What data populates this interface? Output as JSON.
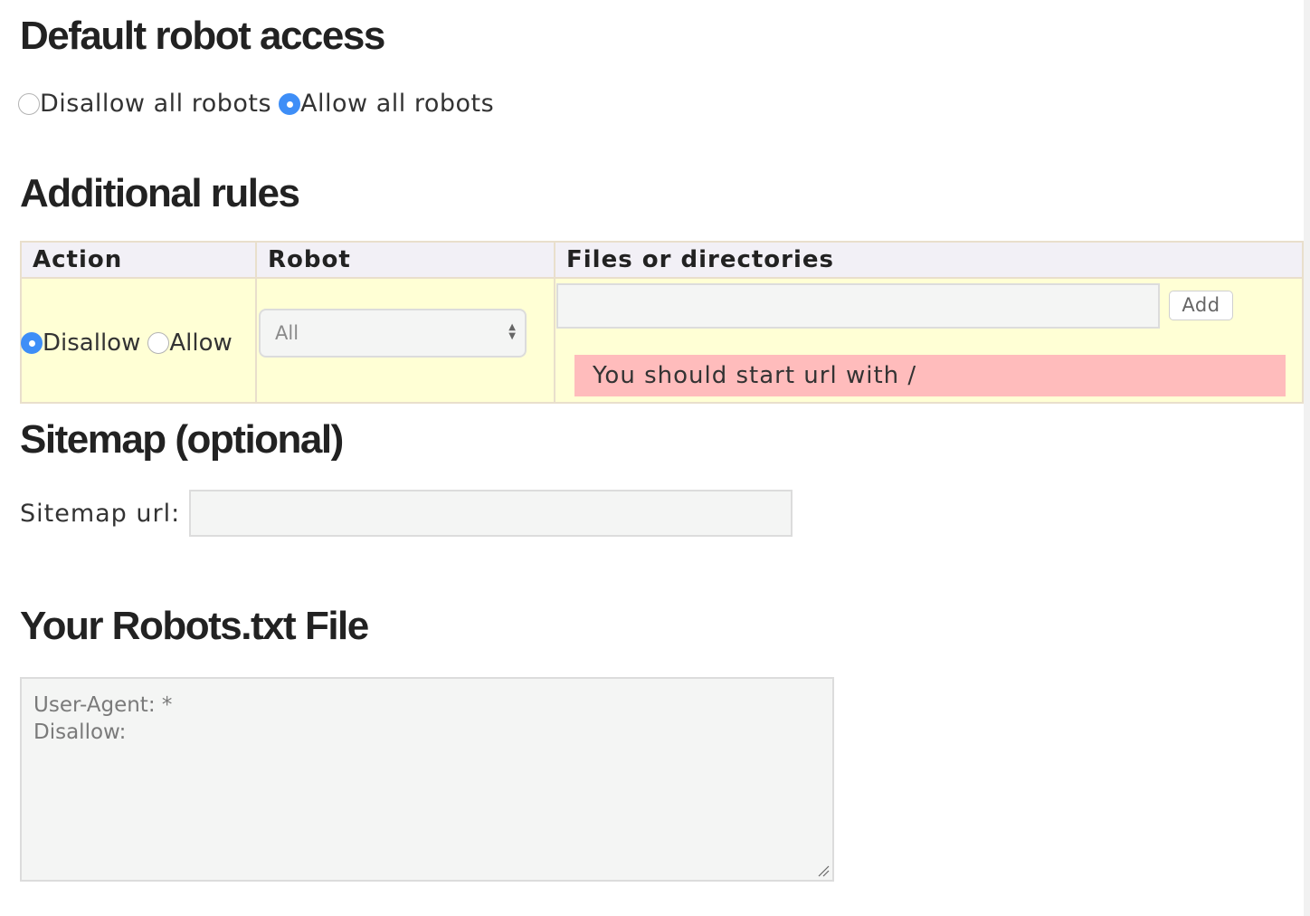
{
  "default_access": {
    "heading": "Default robot access",
    "options": [
      {
        "label": "Disallow all robots",
        "checked": false
      },
      {
        "label": "Allow all robots",
        "checked": true
      }
    ]
  },
  "additional_rules": {
    "heading": "Additional rules",
    "columns": [
      "Action",
      "Robot",
      "Files or directories"
    ],
    "row": {
      "action_options": [
        {
          "label": "Disallow",
          "checked": true
        },
        {
          "label": "Allow",
          "checked": false
        }
      ],
      "robot_select_value": "All",
      "files_value": "",
      "add_label": "Add",
      "error": "You should start url with /"
    }
  },
  "sitemap": {
    "heading": "Sitemap (optional)",
    "label": "Sitemap url:",
    "value": ""
  },
  "output": {
    "heading": "Your Robots.txt File",
    "content": "User-Agent: *\nDisallow:"
  },
  "colors": {
    "radio_checked": "#3e8ef7",
    "row_bg": "#ffffd5",
    "header_bg": "#f2f0f6",
    "error_bg": "#ffbcbc"
  }
}
